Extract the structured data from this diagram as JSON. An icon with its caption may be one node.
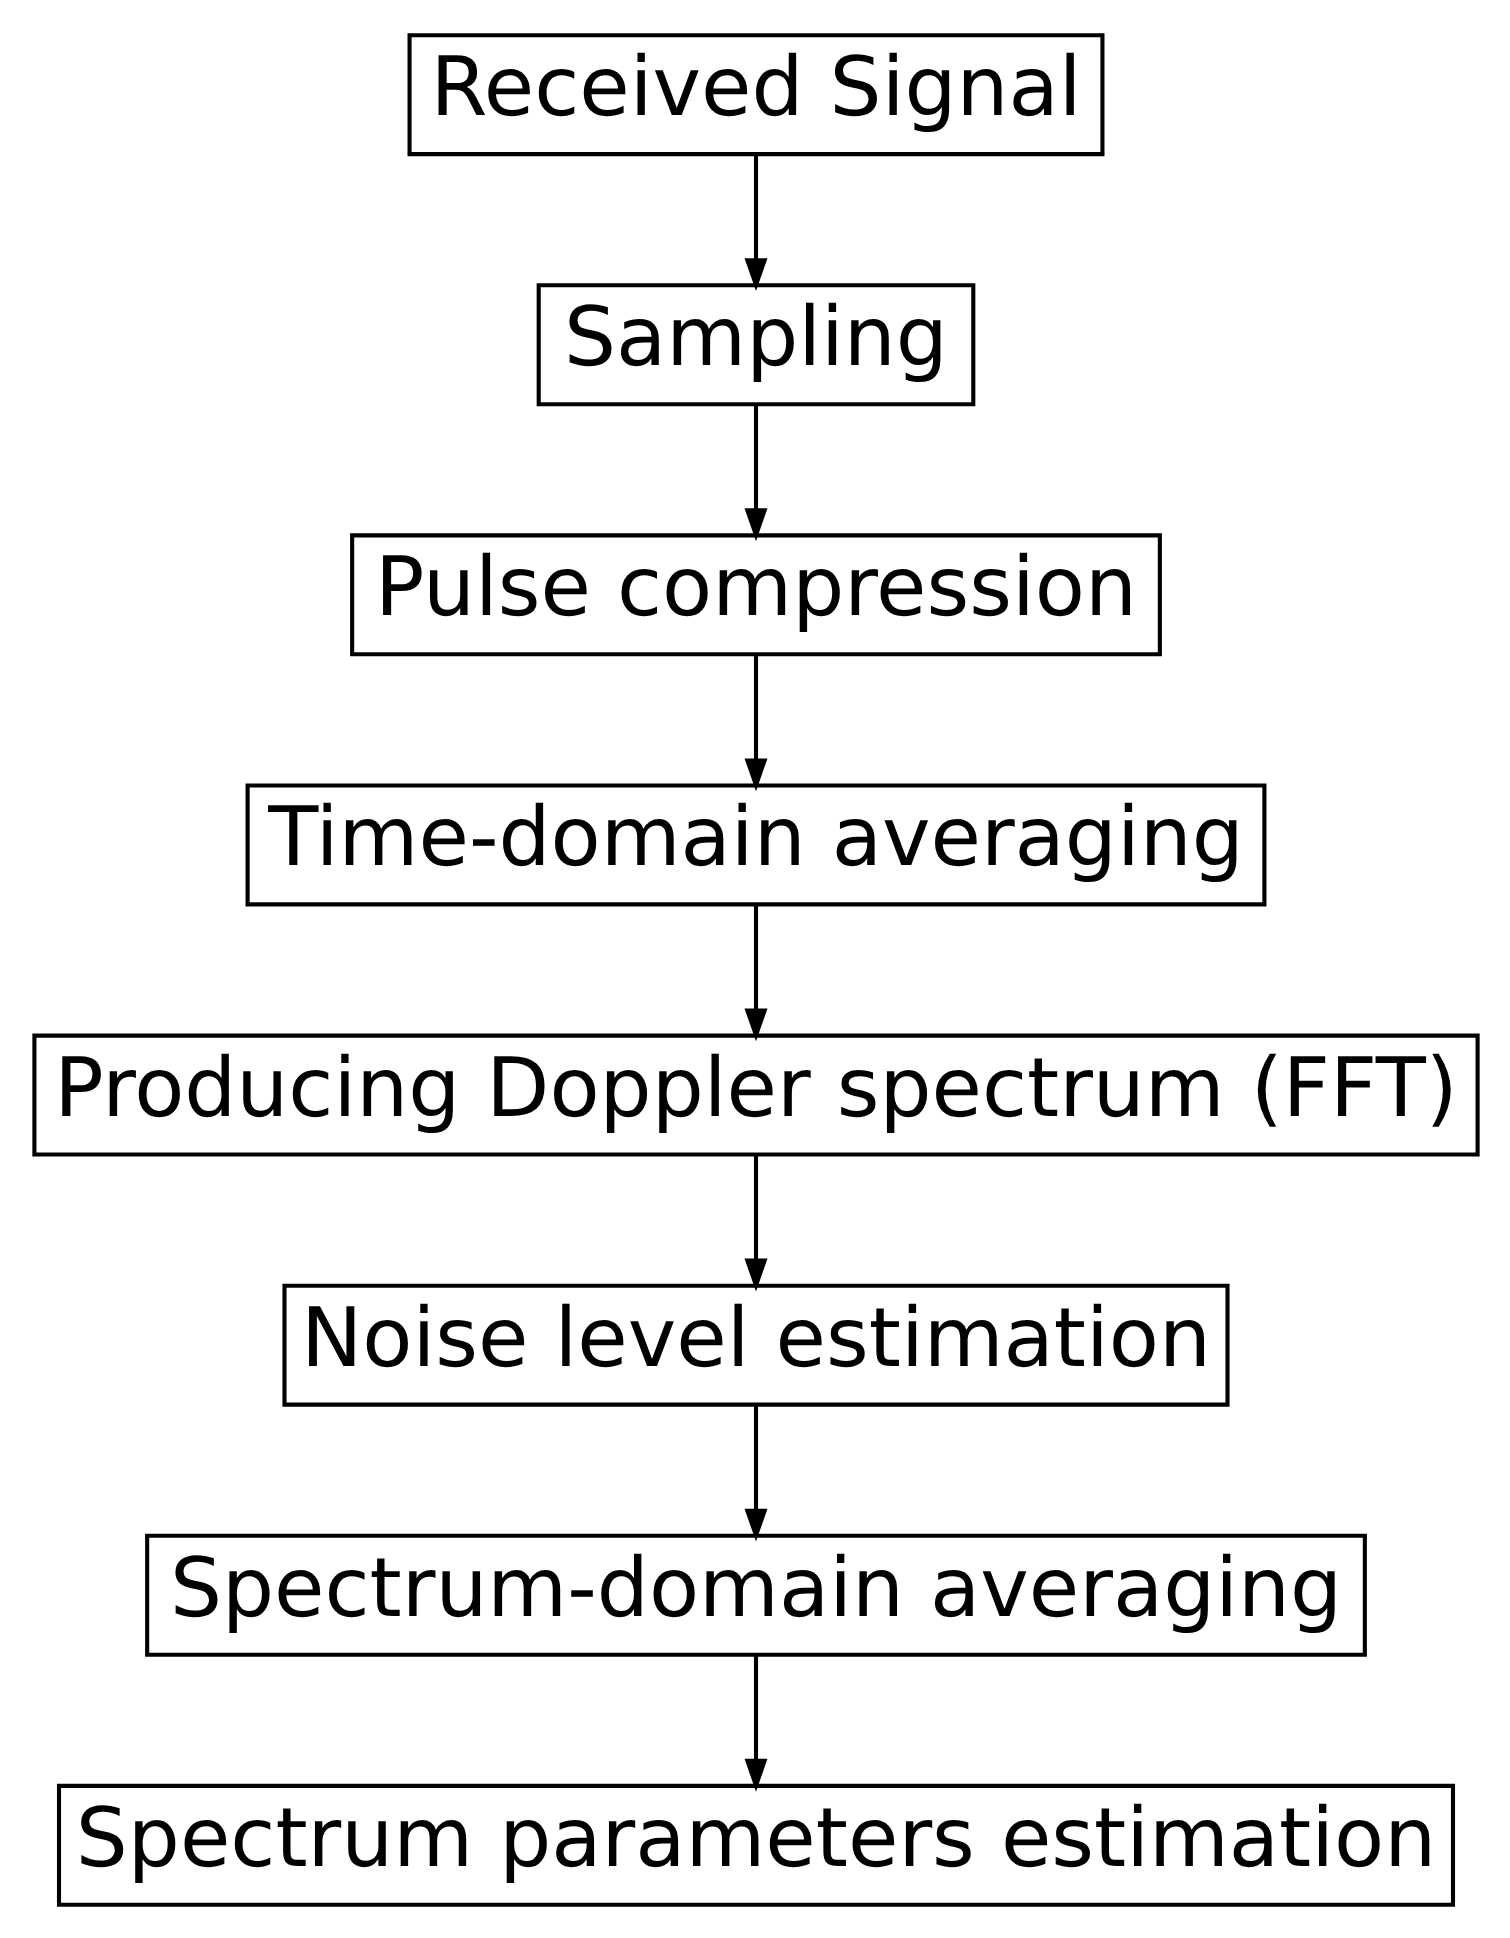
{
  "diagram": {
    "nodes": [
      {
        "text": [
          "Received Signal"
        ]
      },
      {
        "text": [
          "Sampling"
        ]
      },
      {
        "text": [
          "Pulse compression"
        ]
      },
      {
        "text": [
          "Time-domain averaging"
        ]
      },
      {
        "text": [
          "Producing Doppler spectrum (FFT)"
        ]
      },
      {
        "text": [
          "Noise level estimation"
        ]
      },
      {
        "text": [
          "Spectrum-domain averaging"
        ]
      },
      {
        "text": [
          "Spectrum parameters estimation"
        ]
      }
    ],
    "edges": [
      {
        "from": 0,
        "to": 1,
        "arrow": "to"
      },
      {
        "from": 1,
        "to": 2,
        "arrow": "to"
      },
      {
        "from": 2,
        "to": 3,
        "arrow": "to"
      },
      {
        "from": 3,
        "to": 4,
        "arrow": "to"
      },
      {
        "from": 4,
        "to": 5,
        "arrow": "to"
      },
      {
        "from": 5,
        "to": 6,
        "arrow": "to"
      },
      {
        "from": 6,
        "to": 7,
        "arrow": "to"
      }
    ]
  }
}
